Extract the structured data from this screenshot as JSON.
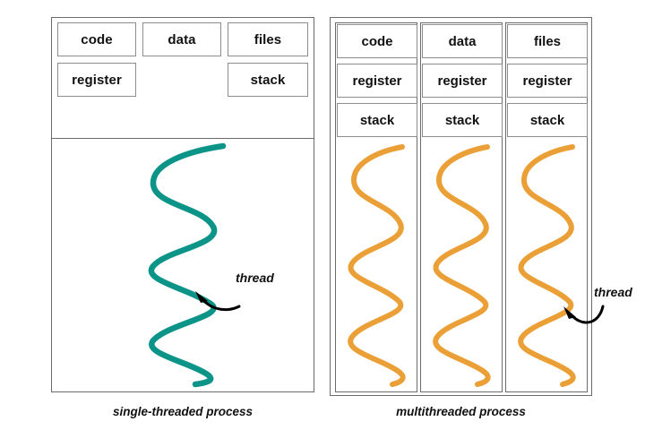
{
  "diagram": {
    "title": "single-threaded vs multithreaded process",
    "colors": {
      "thread_single": "#0d9488",
      "thread_multi": "#eba037",
      "frame_border": "#6b6b6b",
      "cell_border": "#8d8d8d",
      "text": "#111111",
      "background": "#ffffff"
    }
  },
  "single_threaded": {
    "caption": "single-threaded process",
    "top_row": [
      {
        "label": "code"
      },
      {
        "label": "data"
      },
      {
        "label": "files"
      }
    ],
    "second_row": [
      {
        "label": "register"
      },
      {
        "label": "stack"
      }
    ],
    "thread": {
      "label": "thread",
      "color": "#0d9488",
      "count": 1,
      "shape": "vertical-wave"
    }
  },
  "multithreaded": {
    "caption": "multithreaded process",
    "columns": [
      {
        "shared_label": "code",
        "register_label": "register",
        "stack_label": "stack",
        "thread_color": "#eba037"
      },
      {
        "shared_label": "data",
        "register_label": "register",
        "stack_label": "stack",
        "thread_color": "#eba037"
      },
      {
        "shared_label": "files",
        "register_label": "register",
        "stack_label": "stack",
        "thread_color": "#eba037"
      }
    ],
    "thread": {
      "label": "thread",
      "color": "#eba037",
      "count": 3,
      "shape": "vertical-wave"
    }
  }
}
